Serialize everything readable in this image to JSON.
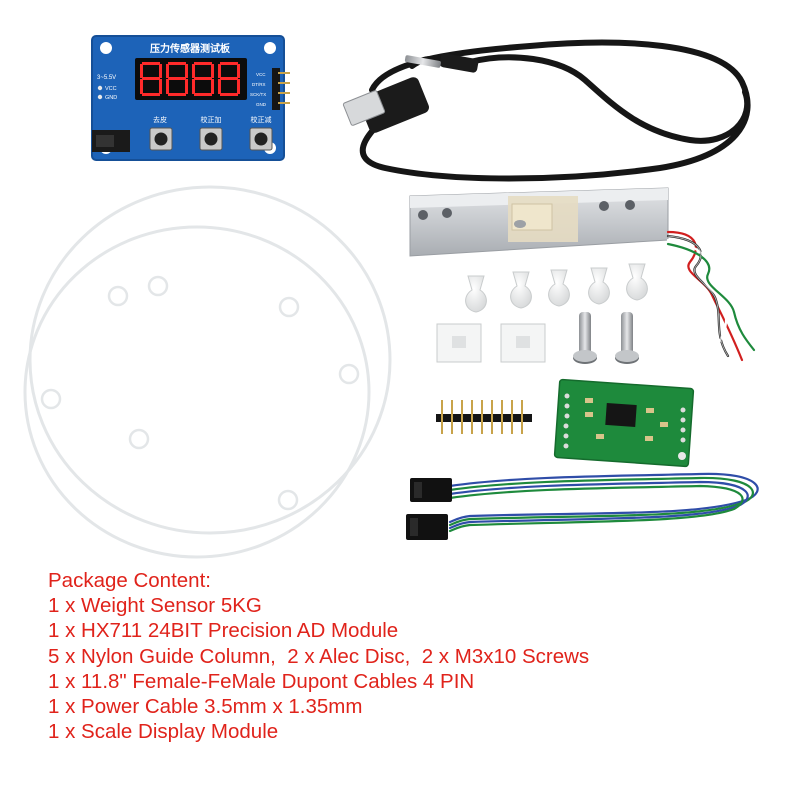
{
  "display_module": {
    "title": "压力传感器测试板",
    "digits": "8888",
    "voltage_label": "3~5.5V",
    "pin_vcc": "VCC",
    "pin_gnd": "GND",
    "header_pins": [
      "VCC",
      "DT/RX",
      "SCK/TX",
      "GND"
    ],
    "button_labels": [
      "去皮",
      "校正加",
      "校正减"
    ]
  },
  "package": {
    "heading": "Package Content:",
    "items": [
      "1 x Weight Sensor 5KG",
      "1 x HX711 24BIT Precision AD Module",
      "5 x Nylon Guide Column,  2 x Alec Disc,  2 x M3x10 Screws",
      "1 x 11.8\" Female-FeMale Dupont Cables 4 PIN",
      "1 x Power Cable 3.5mm x 1.35mm",
      "1 x Scale Display Module"
    ]
  },
  "colors": {
    "text_red": "#e0231b",
    "pcb_blue": "#1d63b8",
    "pcb_green": "#1e8a3c",
    "led_red": "#ff2a2a"
  }
}
